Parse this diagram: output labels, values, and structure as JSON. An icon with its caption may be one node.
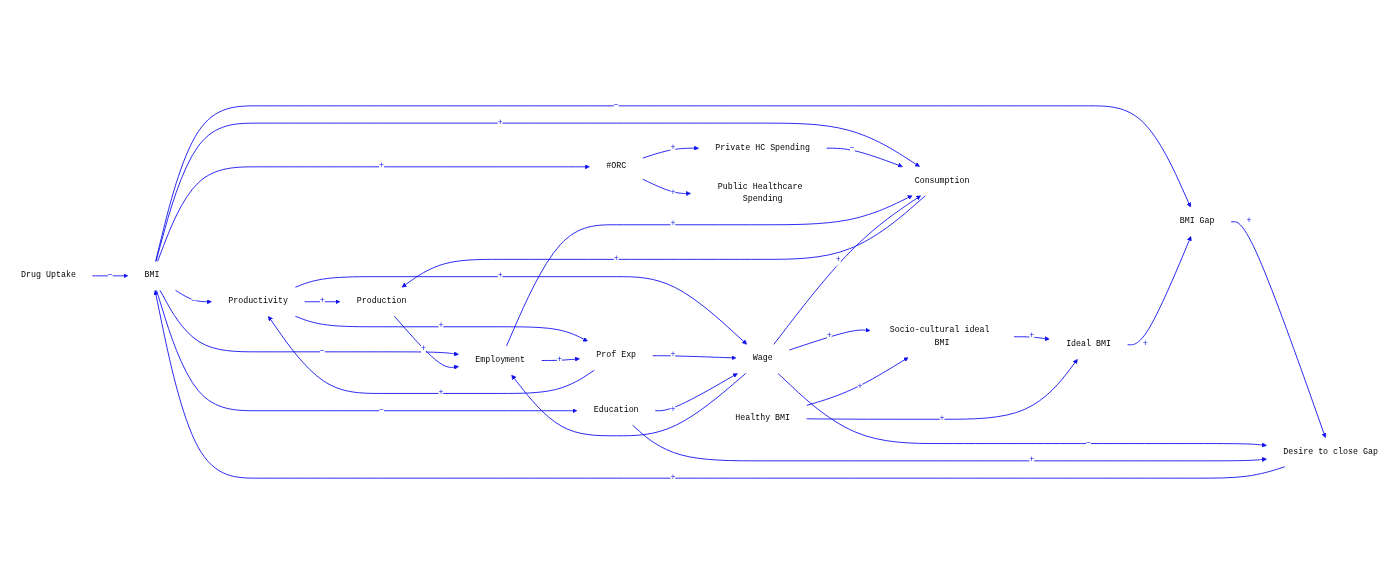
{
  "diagram": {
    "nodes": [
      {
        "text": [
          "Drug Uptake"
        ]
      },
      {
        "text": [
          "BMI"
        ]
      },
      {
        "text": [
          "Productivity"
        ]
      },
      {
        "text": [
          "Prof Exp"
        ]
      },
      {
        "text": [
          "Production"
        ]
      },
      {
        "text": [
          "Socio-cultural ideal BMI"
        ]
      },
      {
        "text": [
          "BMI Gap"
        ]
      },
      {
        "text": [
          "Ideal BMI"
        ]
      },
      {
        "text": [
          "Healthy BMI"
        ]
      },
      {
        "text": [
          "Wage"
        ]
      },
      {
        "text": [
          "Employment"
        ]
      },
      {
        "text": [
          "Consumption"
        ]
      },
      {
        "text": [
          "Desire to close Gap"
        ]
      },
      {
        "text": [
          "Education"
        ]
      },
      {
        "text": [
          "Private HC Spending"
        ]
      },
      {
        "text": [
          "Public Healthcare Spending"
        ]
      },
      {
        "text": [
          "#ORC"
        ]
      }
    ],
    "edges": [
      {
        "from": 0,
        "to": 1,
        "arrow": "to",
        "label": "−"
      },
      {
        "from": 1,
        "to": 2,
        "arrow": "to",
        "label": "−"
      },
      {
        "from": 1,
        "to": 10,
        "arrow": "to",
        "label": "−"
      },
      {
        "from": 2,
        "to": 4,
        "arrow": "to",
        "label": "+"
      },
      {
        "from": 1,
        "to": 6,
        "arrow": "to",
        "label": "−"
      },
      {
        "from": 2,
        "to": 3,
        "arrow": "to",
        "label": "+"
      },
      {
        "from": 3,
        "to": 2,
        "arrow": "to",
        "label": "+"
      },
      {
        "from": 2,
        "to": 9,
        "arrow": "to",
        "label": "+"
      },
      {
        "from": 3,
        "to": 9,
        "arrow": "to",
        "label": "+"
      },
      {
        "from": 10,
        "to": 3,
        "arrow": "to",
        "label": "+"
      },
      {
        "from": 4,
        "to": 10,
        "arrow": "to",
        "label": "+"
      },
      {
        "from": 9,
        "to": 5,
        "arrow": "to",
        "label": "+"
      },
      {
        "from": 8,
        "to": 5,
        "arrow": "to",
        "label": "+"
      },
      {
        "from": 5,
        "to": 7,
        "arrow": "to",
        "label": "+"
      },
      {
        "from": 7,
        "to": 6,
        "arrow": "to",
        "label": "+"
      },
      {
        "from": 8,
        "to": 7,
        "arrow": "to",
        "label": "+"
      },
      {
        "from": 6,
        "to": 12,
        "arrow": "to",
        "label": "+"
      },
      {
        "from": 12,
        "to": 1,
        "arrow": "to",
        "label": "+"
      },
      {
        "from": 9,
        "to": 12,
        "arrow": "to",
        "label": "−"
      },
      {
        "from": 13,
        "to": 12,
        "arrow": "to",
        "label": "+"
      },
      {
        "from": 13,
        "to": 9,
        "arrow": "to",
        "label": "+"
      },
      {
        "from": 1,
        "to": 13,
        "arrow": "to",
        "label": "−"
      },
      {
        "from": 1,
        "to": 16,
        "arrow": "to",
        "label": "+"
      },
      {
        "from": 1,
        "to": 11,
        "arrow": "to",
        "label": "+"
      },
      {
        "from": 16,
        "to": 14,
        "arrow": "to",
        "label": "+"
      },
      {
        "from": 16,
        "to": 15,
        "arrow": "to",
        "label": "+"
      },
      {
        "from": 14,
        "to": 11,
        "arrow": "to",
        "label": "−"
      },
      {
        "from": 9,
        "to": 10,
        "arrow": "to"
      },
      {
        "from": 10,
        "to": 11,
        "arrow": "to",
        "label": "+"
      },
      {
        "from": 9,
        "to": 11,
        "arrow": "to",
        "label": "+"
      },
      {
        "from": 11,
        "to": 4,
        "arrow": "to",
        "label": "+"
      }
    ]
  }
}
